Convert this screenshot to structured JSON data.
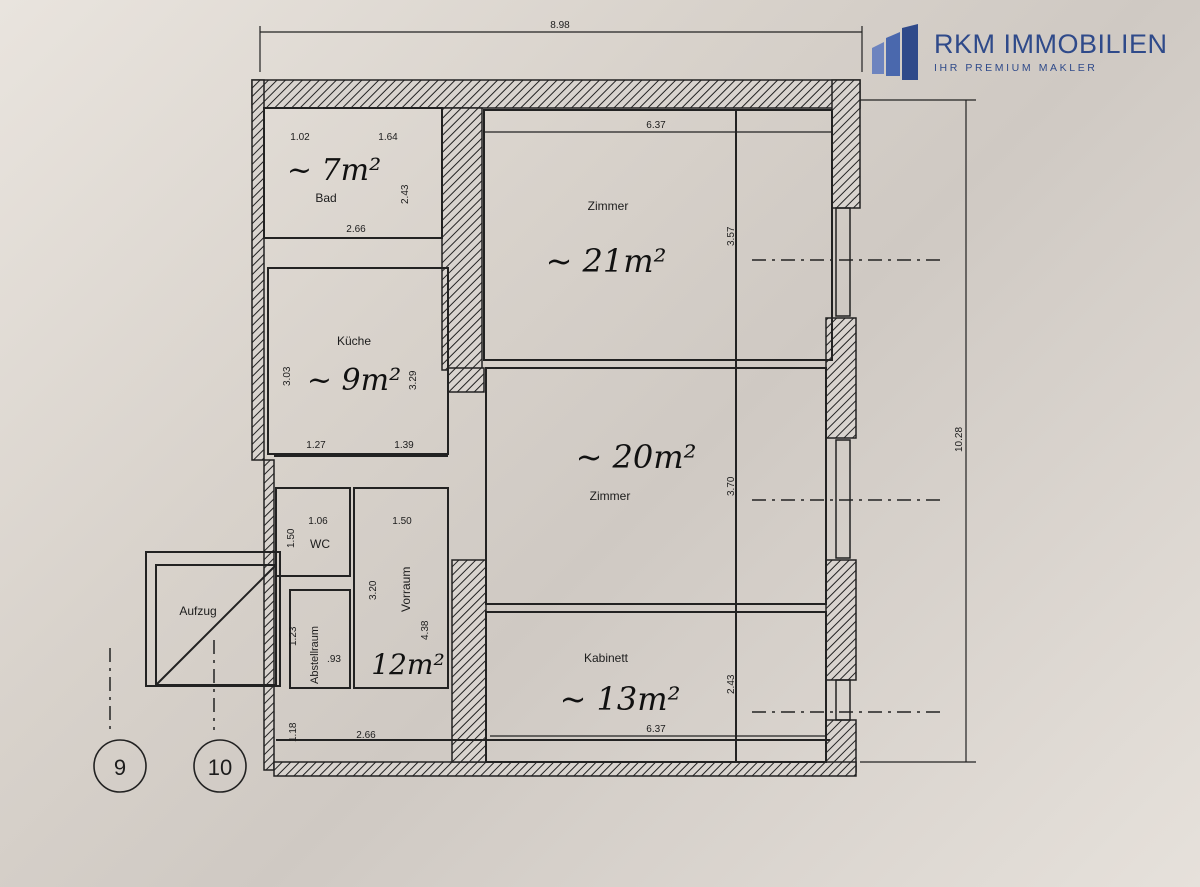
{
  "brand": {
    "name": "RKM IMMOBILIEN",
    "tagline": "IHR PREMIUM MAKLER",
    "logo_icon": "building-icon",
    "color": "#2f4a8a"
  },
  "rooms": [
    {
      "id": "bad",
      "name": "Bad",
      "area": "~ 7m²"
    },
    {
      "id": "kueche",
      "name": "Küche",
      "area": "~ 9m²"
    },
    {
      "id": "zimmer1",
      "name": "Zimmer",
      "area": "~ 21m²"
    },
    {
      "id": "zimmer2",
      "name": "Zimmer",
      "area": "~ 20m²"
    },
    {
      "id": "kabinett",
      "name": "Kabinett",
      "area": "~ 13m²"
    },
    {
      "id": "wc",
      "name": "WC"
    },
    {
      "id": "abstellraum",
      "name": "Abstellraum"
    },
    {
      "id": "vorraum",
      "name": "Vorraum",
      "area": "12m²"
    },
    {
      "id": "aufzug",
      "name": "Aufzug"
    }
  ],
  "dimensions": {
    "overall_width": "8.98",
    "overall_height": "10.28",
    "bad_w1": "1.02",
    "bad_w2": "1.64",
    "bad_h": "2.43",
    "bad_bottom": "2.66",
    "zimmer_top_w": "6.37",
    "zimmer1_h": "3.57",
    "zimmer2_h": "3.70",
    "kabinett_h": "2.43",
    "kabinett_w": "6.37",
    "kueche_h1": "3.03",
    "kueche_h2": "3.29",
    "kueche_w1": "1.27",
    "kueche_w2": "1.39",
    "wc_w": "1.06",
    "wc_h": "1.50",
    "vorraum_w": "1.50",
    "vorraum_h1": "3.20",
    "vorraum_h2": "4.38",
    "abst_h": "1.23",
    "abst_w": ".93",
    "bottom_w": "2.66",
    "bottom_h": "1.18"
  },
  "axes": [
    "9",
    "10"
  ]
}
